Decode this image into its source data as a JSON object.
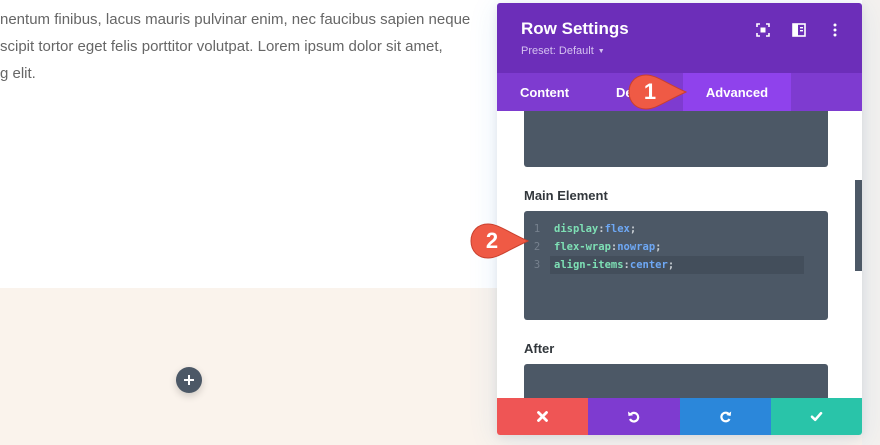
{
  "page": {
    "body_text_lines": [
      "nentum finibus, lacus mauris pulvinar enim, nec faucibus sapien neque",
      "scipit tortor eget felis porttitor volutpat. Lorem ipsum dolor sit amet,",
      "g elit."
    ],
    "add_button_icon": "plus-icon"
  },
  "modal": {
    "title": "Row Settings",
    "preset_label": "Preset: Default",
    "header_icons": [
      "fullscreen-icon",
      "split-view-icon",
      "more-options-icon"
    ],
    "tabs": [
      {
        "label": "Content",
        "active": false
      },
      {
        "label": "Design",
        "visible_label": "De",
        "active": false
      },
      {
        "label": "Advanced",
        "active": true
      }
    ],
    "sections": [
      {
        "label": "Main Element"
      },
      {
        "label": "After"
      }
    ],
    "main_element_code": [
      {
        "line": "1",
        "prop": "display",
        "value": "flex"
      },
      {
        "line": "2",
        "prop": "flex-wrap",
        "value": "nowrap"
      },
      {
        "line": "3",
        "prop": "align-items",
        "value": "center"
      }
    ],
    "footer_buttons": [
      {
        "name": "discard",
        "icon": "close-icon",
        "color": "#ef5555"
      },
      {
        "name": "undo",
        "icon": "undo-icon",
        "color": "#7e3bd0"
      },
      {
        "name": "redo",
        "icon": "redo-icon",
        "color": "#2b87da"
      },
      {
        "name": "save",
        "icon": "checkmark-icon",
        "color": "#29c4a9"
      }
    ]
  },
  "callouts": [
    {
      "number": "1",
      "color": "#ef5a45"
    },
    {
      "number": "2",
      "color": "#ef5a45"
    }
  ],
  "colors": {
    "header_purple": "#6c2eb9",
    "tabs_purple": "#7e3bd0",
    "active_tab": "#8f42ec",
    "code_bg": "#4c5866",
    "section_bg": "#faf3ec"
  }
}
